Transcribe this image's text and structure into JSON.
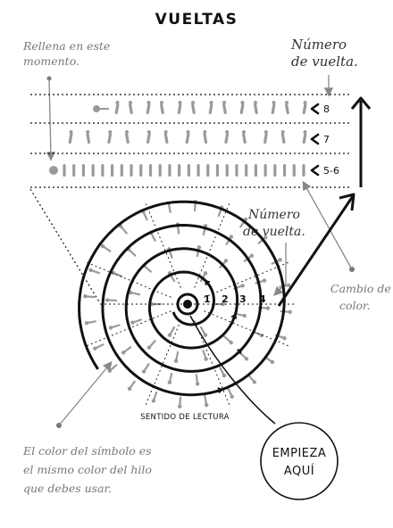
{
  "title": "VUELTAS",
  "notes": {
    "fill_line1": "Rellena en este",
    "fill_line2": "momento.",
    "round_number_top_line1": "Número",
    "round_number_top_line2": "de vuelta.",
    "round_number_mid_line1": "Número",
    "round_number_mid_line2": "de vuelta.",
    "color_change_line1": "Cambio de",
    "color_change_line2": "color.",
    "symbol_color_line1": "El color del símbolo es",
    "symbol_color_line2": "el mismo color del hilo",
    "symbol_color_line3": "que debes usar."
  },
  "rows": [
    {
      "label": "8",
      "arrow_glyph": "<",
      "stitch_count": 13,
      "start_marker": "slip-knot"
    },
    {
      "label": "7",
      "arrow_glyph": "<",
      "stitch_count": 13,
      "start_marker": "none"
    },
    {
      "label": "5-6",
      "arrow_glyph": "<",
      "stitch_count": 26,
      "start_marker": "magic-ring"
    }
  ],
  "spiral_round_numbers": [
    "1",
    "2",
    "3",
    "4"
  ],
  "reading_direction_label": "SENTIDO DE LECTURA",
  "start_bubble": {
    "line1": "EMPIEZA",
    "line2": "AQUÍ"
  },
  "colors": {
    "ink": "#111111",
    "stitch_gray": "#9a9a9a",
    "note_gray": "#777777"
  }
}
